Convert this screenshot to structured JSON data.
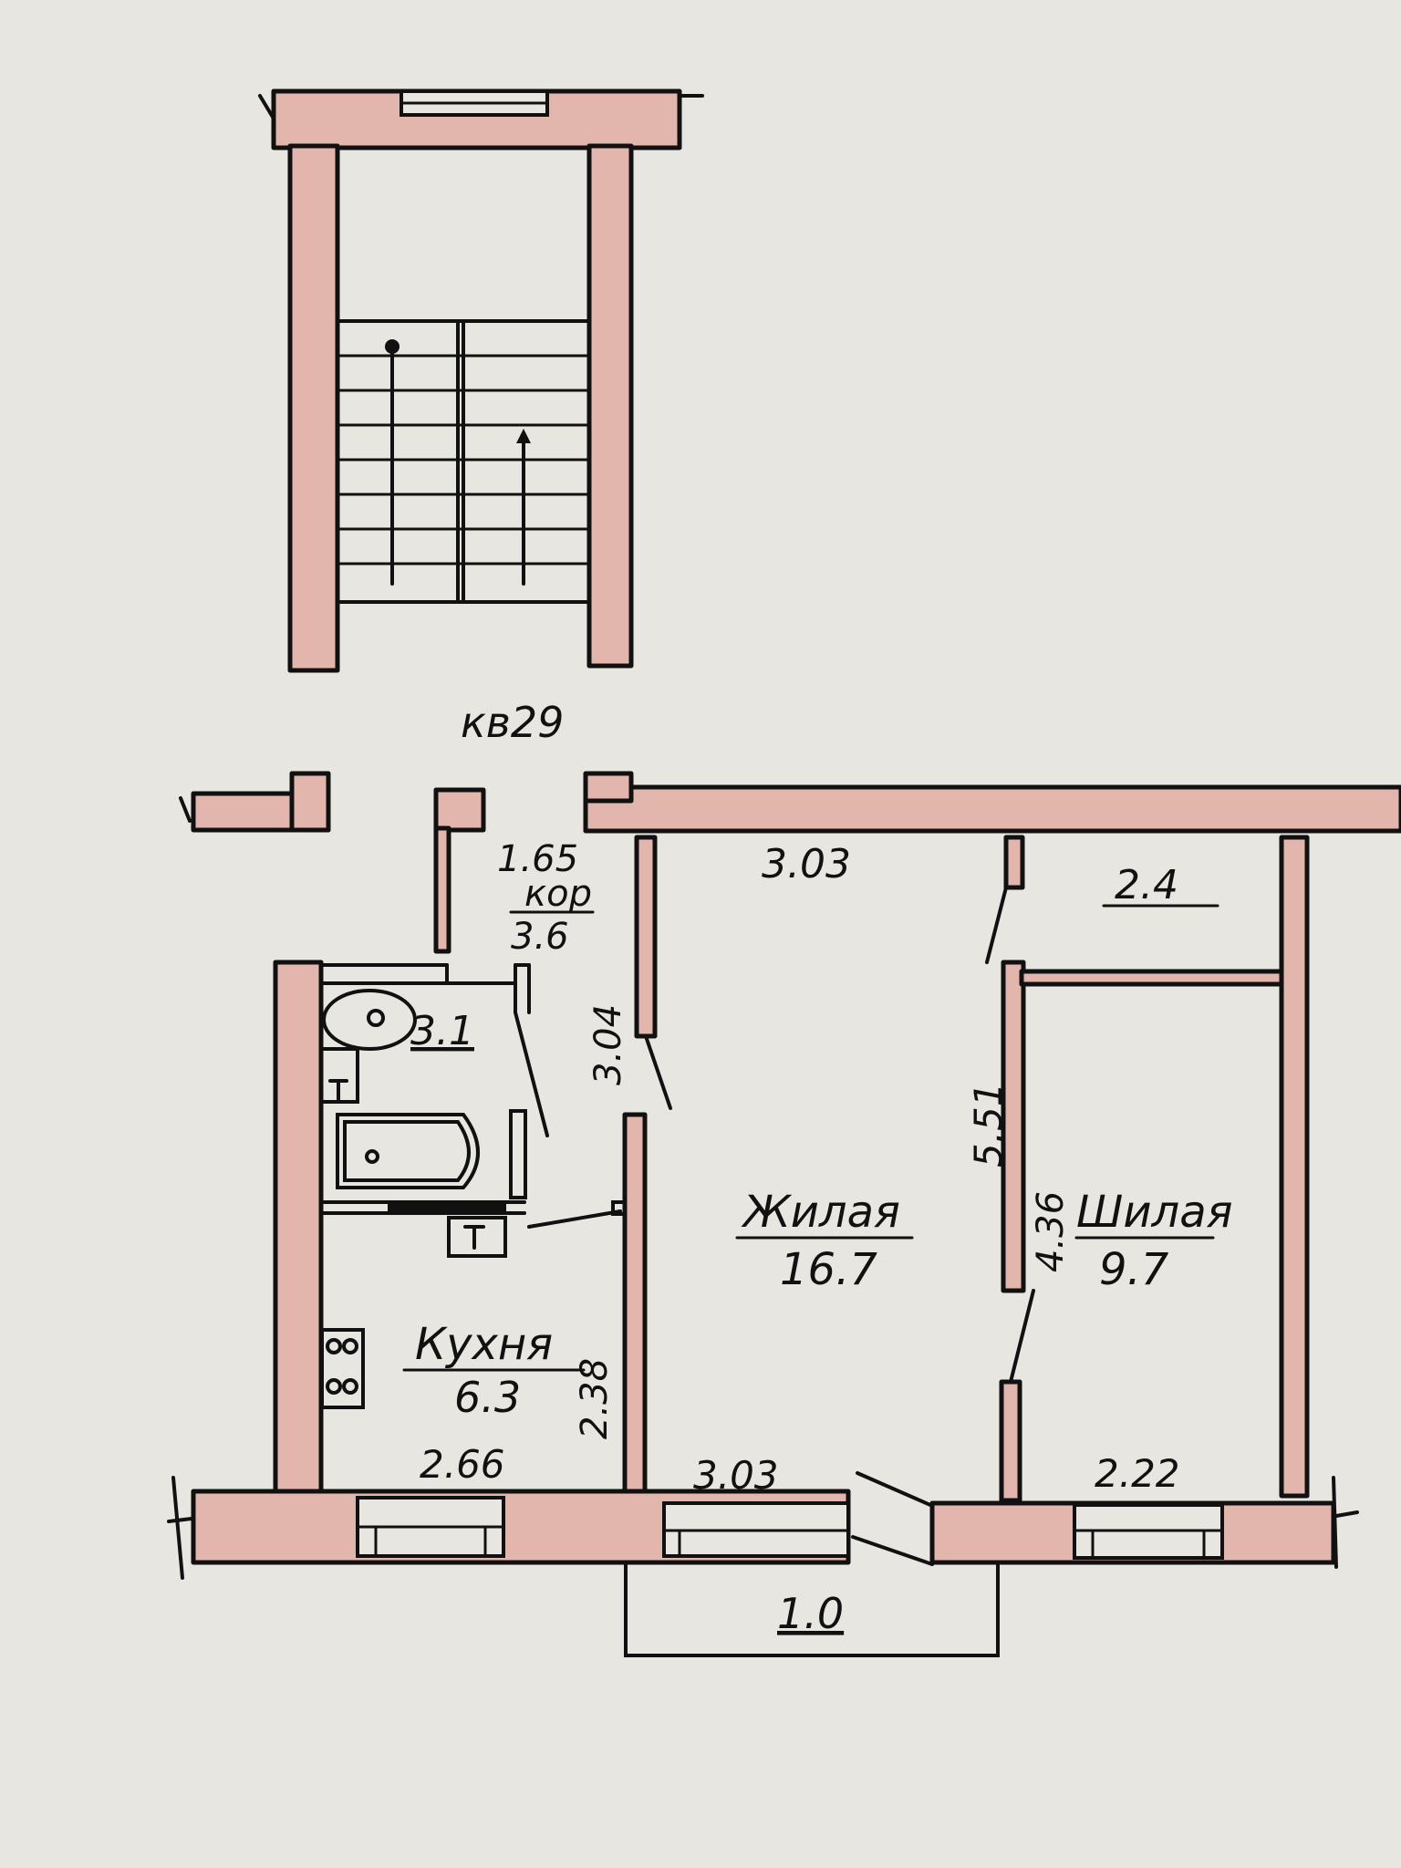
{
  "apartment": {
    "label": "кв29"
  },
  "colors": {
    "paper": "#e7e6e1",
    "wall_fill": "#e2b6ad",
    "ink": "#111111"
  },
  "rooms": {
    "corridor": {
      "name": "кор",
      "area": "3.6",
      "width": "1.65"
    },
    "bathroom": {
      "area": "3.1"
    },
    "kitchen": {
      "name": "Кухня",
      "area": "6.3",
      "width": "2.66",
      "depth": "2.38"
    },
    "living_large": {
      "name": "Жилая",
      "area": "16.7",
      "width_top": "3.03",
      "width_bottom": "3.03",
      "depth": "5.51"
    },
    "living_small": {
      "name": "Шилая",
      "area": "9.7",
      "width_top": "2.4",
      "width_bottom": "2.22",
      "depth": "4.36"
    },
    "hall_dimension": "3.04",
    "balcony": {
      "length": "1.0"
    }
  },
  "icons": [
    "staircase-icon",
    "toilet-icon",
    "bathtub-icon",
    "sink-icon",
    "stove-icon"
  ]
}
